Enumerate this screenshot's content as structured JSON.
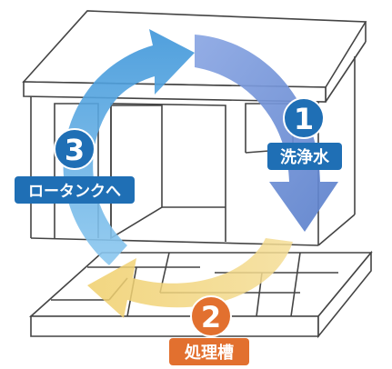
{
  "colors": {
    "line": "#444444",
    "arrow_top": "#6f8fd6",
    "arrow_left": "#55a6e0",
    "arrow_bottom": "#f1d37a",
    "badge_blue": "#1f6fb5",
    "badge_orange": "#e2702f"
  },
  "steps": [
    {
      "number": "1",
      "label": "洗浄水"
    },
    {
      "number": "2",
      "label": "処理槽"
    },
    {
      "number": "3",
      "label": "ロータンクへ"
    }
  ]
}
